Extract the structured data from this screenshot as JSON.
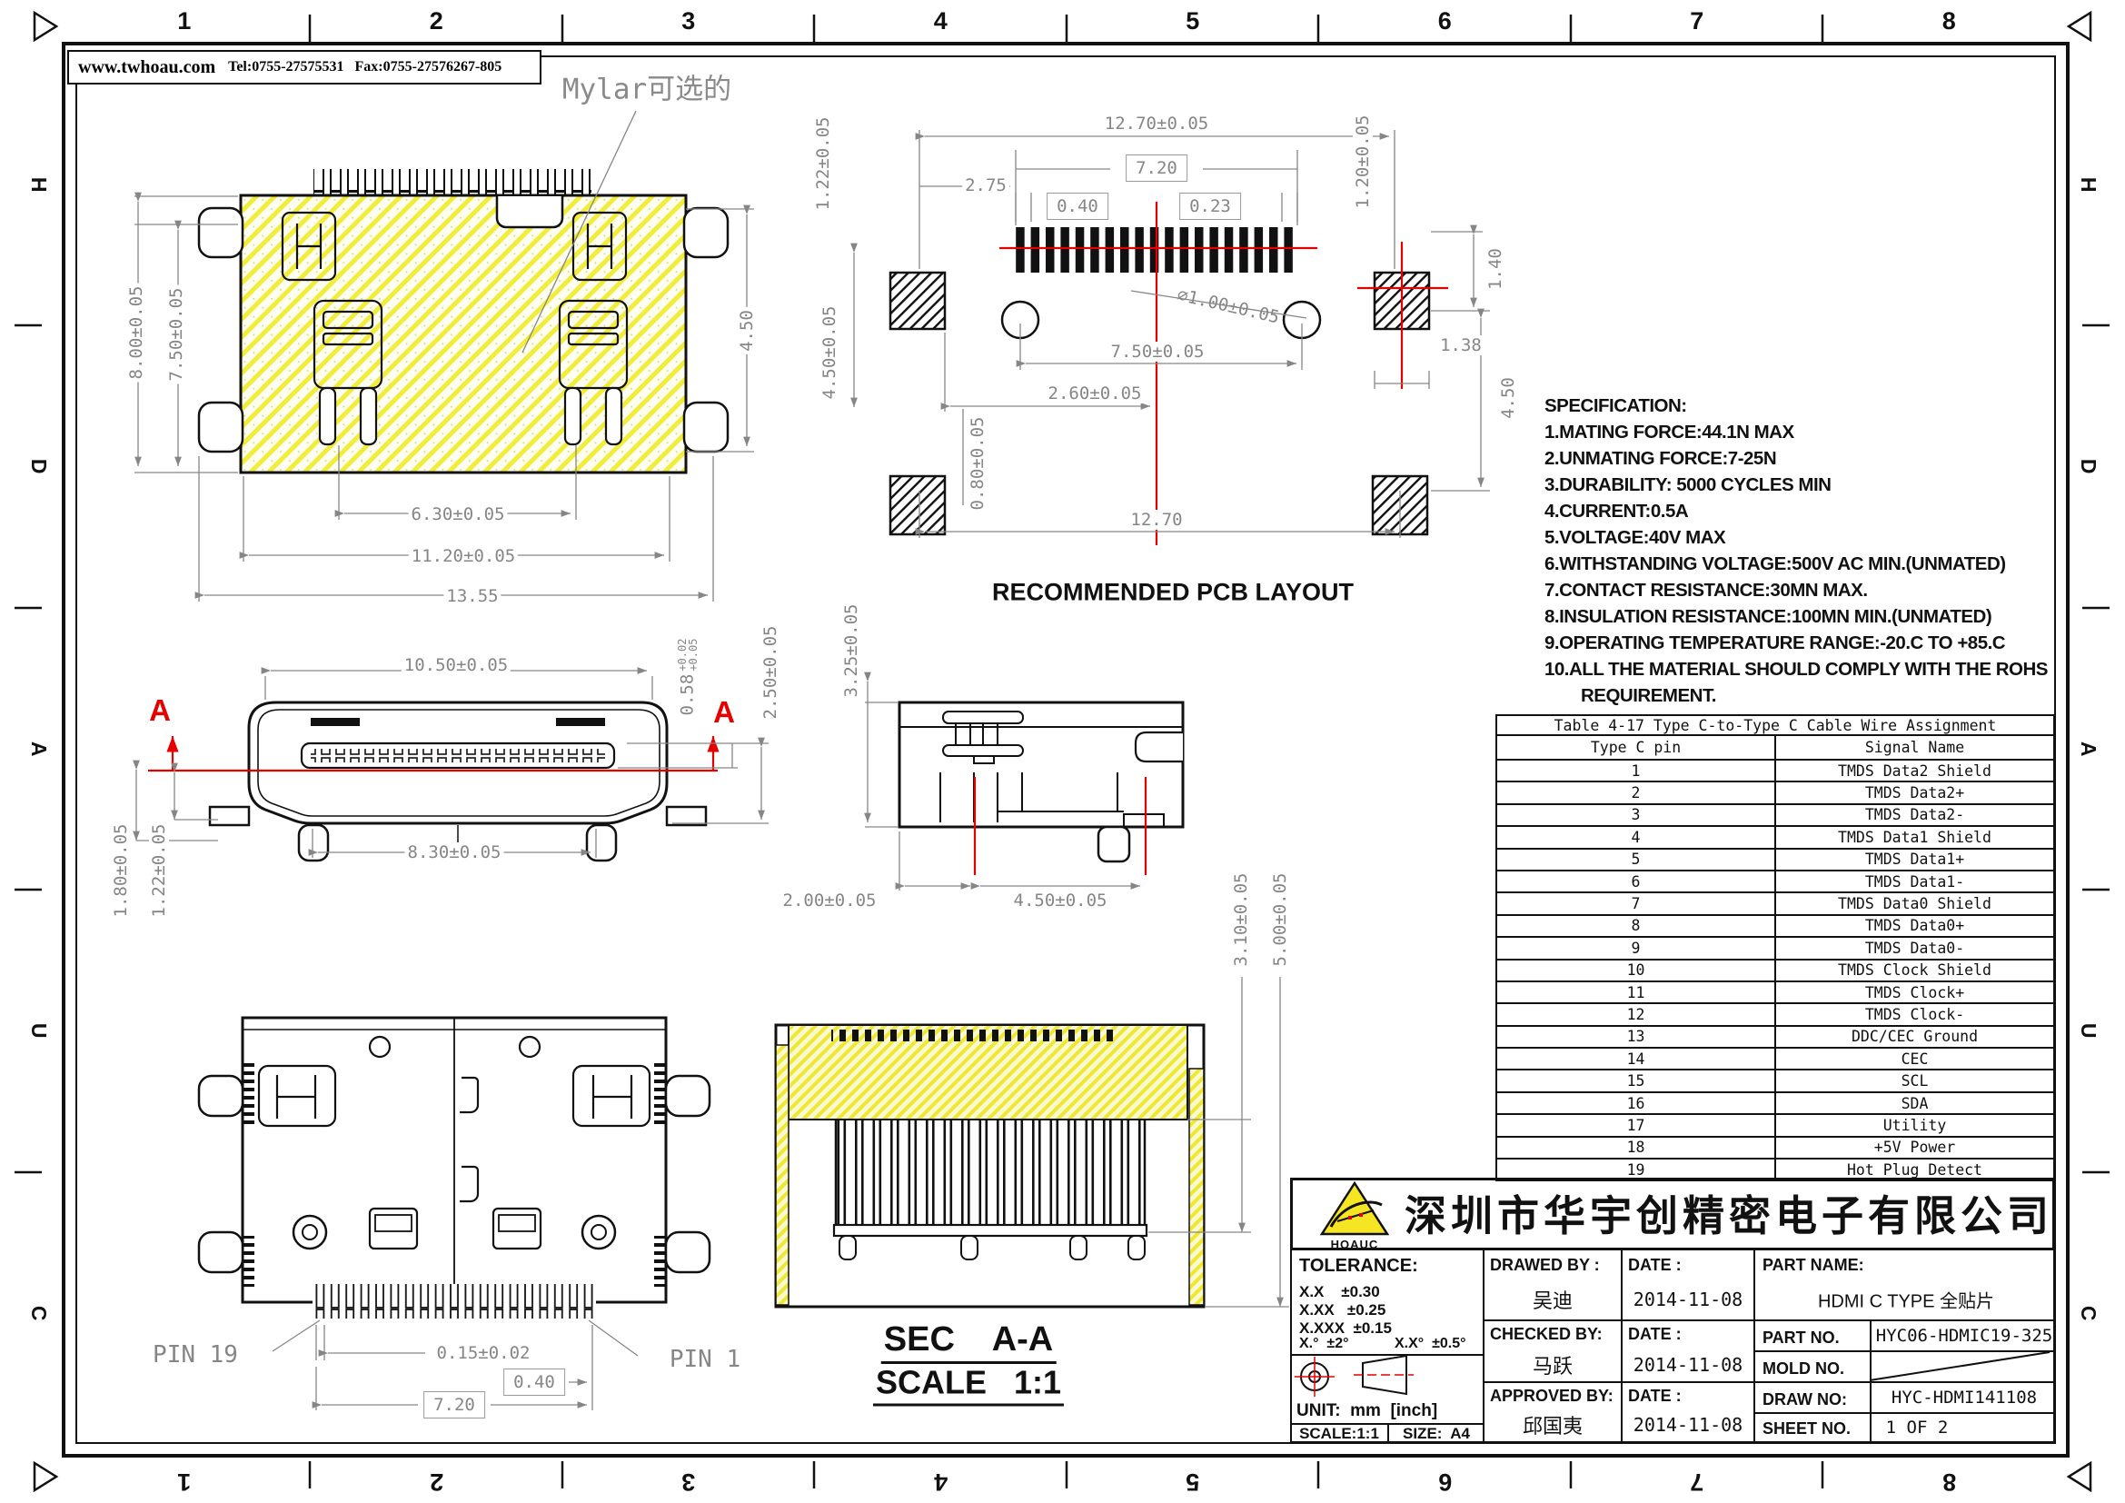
{
  "frame": {
    "info_bar": {
      "website": "www.twhoau.com",
      "tel": "Tel:0755-27575531",
      "fax": "Fax:0755-27576267-805"
    },
    "zone_numbers": [
      "1",
      "2",
      "3",
      "4",
      "5",
      "6",
      "7",
      "8"
    ],
    "zone_letters": [
      "H",
      "D",
      "A",
      "U",
      "C"
    ]
  },
  "notes": {
    "mylar": "Mylar可选的",
    "pcb_title": "RECOMMENDED PCB LAYOUT",
    "pin19": "PIN 19",
    "pin1": "PIN 1",
    "sec": "SEC    A-A",
    "scale": "SCALE   1:1",
    "section_marker": "A"
  },
  "dims": {
    "top_view": [
      "8.00±0.05",
      "7.50±0.05",
      "4.50",
      "6.30±0.05",
      "11.20±0.05",
      "13.55"
    ],
    "pcb": [
      "12.70±0.05",
      "7.20",
      "2.75",
      "0.40",
      "0.23",
      "1.22±0.05",
      "1.20±0.05",
      "1.40",
      "∅1.00±0.05",
      "7.50±0.05",
      "2.60±0.05",
      "4.50±0.05",
      "0.80±0.05",
      "12.70",
      "1.38",
      "4.50"
    ],
    "front": [
      "10.50±0.05",
      "2.50±0.05",
      "8.30±0.05",
      "1.80±0.05",
      "1.22±0.05"
    ],
    "front_058": {
      "val": "0.58",
      "tol_top": "+0.02",
      "tol_bot": "+0.05"
    },
    "side": [
      "3.25±0.05",
      "2.00±0.05",
      "4.50±0.05"
    ],
    "sec": [
      "3.10±0.05",
      "5.00±0.05"
    ],
    "bottom": [
      "0.15±0.02",
      "0.40",
      "7.20"
    ]
  },
  "spec": {
    "title": "SPECIFICATION:",
    "items": [
      "1.MATING FORCE:44.1N MAX",
      "2.UNMATING FORCE:7-25N",
      "3.DURABILITY: 5000 CYCLES MIN",
      "4.CURRENT:0.5A",
      "5.VOLTAGE:40V MAX",
      "6.WITHSTANDING VOLTAGE:500V AC MIN.(UNMATED)",
      "7.CONTACT RESISTANCE:30MN MAX.",
      "8.INSULATION RESISTANCE:100MN MIN.(UNMATED)",
      "9.OPERATING TEMPERATURE RANGE:-20.C TO +85.C",
      "10.ALL THE MATERIAL SHOULD COMPLY WITH THE ROHS",
      "REQUIREMENT."
    ]
  },
  "table": {
    "title": "Table 4-17 Type C-to-Type C Cable Wire Assignment",
    "headers": [
      "Type C pin",
      "Signal Name"
    ],
    "rows": [
      [
        "1",
        "TMDS Data2 Shield"
      ],
      [
        "2",
        "TMDS Data2+"
      ],
      [
        "3",
        "TMDS Data2-"
      ],
      [
        "4",
        "TMDS Data1 Shield"
      ],
      [
        "5",
        "TMDS Data1+"
      ],
      [
        "6",
        "TMDS Data1-"
      ],
      [
        "7",
        "TMDS Data0 Shield"
      ],
      [
        "8",
        "TMDS Data0+"
      ],
      [
        "9",
        "TMDS Data0-"
      ],
      [
        "10",
        "TMDS Clock Shield"
      ],
      [
        "11",
        "TMDS Clock+"
      ],
      [
        "12",
        "TMDS Clock-"
      ],
      [
        "13",
        "DDC/CEC Ground"
      ],
      [
        "14",
        "CEC"
      ],
      [
        "15",
        "SCL"
      ],
      [
        "16",
        "SDA"
      ],
      [
        "17",
        "Utility"
      ],
      [
        "18",
        "+5V Power"
      ],
      [
        "19",
        "Hot Plug Detect"
      ]
    ]
  },
  "title_block": {
    "company": "深圳市华宇创精密电子有限公司",
    "logo_text": "HOAUC",
    "tolerance": {
      "title": "TOLERANCE:",
      "rows": [
        "X.X    ±0.30",
        "X.XX   ±0.25",
        "X.XXX  ±0.15"
      ],
      "angle1": "X.°  ±2°",
      "angle2": "X.X°  ±0.5°"
    },
    "unit_label": "UNIT:  mm  [inch]",
    "scale_label": "SCALE:1:1",
    "size_label": "SIZE:  A4",
    "drawed_label": "DRAWED BY :",
    "drawed_name": "吴迪",
    "checked_label": "CHECKED BY:",
    "checked_name": "马跃",
    "approved_label": "APPROVED BY:",
    "approved_name": "邱国夷",
    "date_label": "DATE :",
    "date1": "2014-11-08",
    "date2": "2014-11-08",
    "date3": "2014-11-08",
    "part_name_label": "PART NAME:",
    "part_name": "HDMI C TYPE 全贴片",
    "part_no_label": "PART NO.",
    "part_no": "HYC06-HDMIC19-325",
    "mold_label": "MOLD NO.",
    "draw_label": "DRAW NO:",
    "draw_no": "HYC-HDMI141108",
    "sheet_label": "SHEET NO.",
    "sheet_no": "1 OF 2"
  },
  "colors": {
    "mylar_yellow": "#f2ec3a",
    "red": "#e60000",
    "dim_gray": "#868686"
  }
}
